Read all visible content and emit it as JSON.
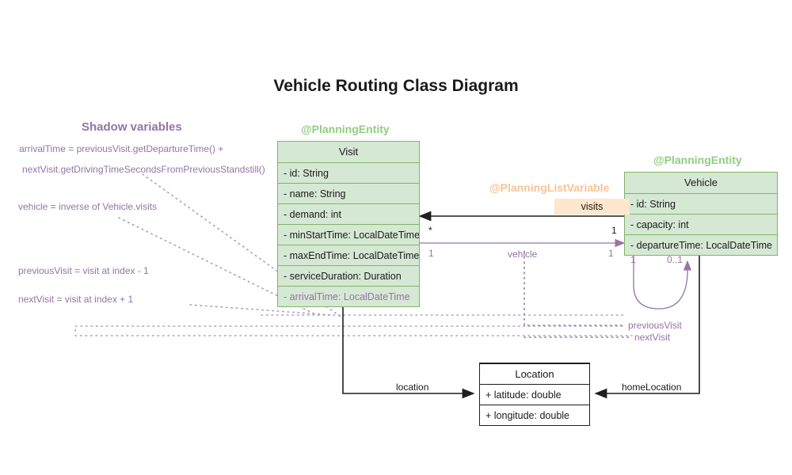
{
  "title": "Vehicle Routing Class Diagram",
  "classes": {
    "visit": {
      "stereotype": "@PlanningEntity",
      "name": "Visit",
      "attributes": [
        "- id: String",
        "- name: String",
        "- demand: int",
        "- minStartTime: LocalDateTime",
        "- maxEndTime: LocalDateTime",
        "- serviceDuration: Duration"
      ],
      "shadow_attributes": [
        "- arrivalTime: LocalDateTime"
      ]
    },
    "vehicle": {
      "stereotype": "@PlanningEntity",
      "name": "Vehicle",
      "attributes": [
        "- id: String",
        "- capacity: int",
        "- departureTime: LocalDateTime"
      ]
    },
    "location": {
      "name": "Location",
      "attributes": [
        "+ latitude: double",
        "+ longitude: double"
      ]
    }
  },
  "shadow_panel": {
    "title": "Shadow variables",
    "lines": [
      "arrivalTime = previousVisit.getDepartureTime() +",
      "nextVisit.getDrivingTimeSecondsFromPreviousStandstill()",
      "vehicle = inverse of Vehicle.visits",
      "previousVisit = visit at index - 1",
      "nextVisit = visit at index + 1"
    ]
  },
  "relations": {
    "visits": {
      "stereotype": "@PlanningListVariable",
      "label": "visits",
      "source_mult": "1",
      "target_mult": "*"
    },
    "vehicle": {
      "label": "vehicle",
      "source_mult": "1",
      "target_mult": "1"
    },
    "self_loop": {
      "source_mult": "1",
      "target_mult": "0..1"
    },
    "previous_visit": {
      "label": "previousVisit"
    },
    "next_visit": {
      "label": "nextVisit"
    },
    "location": {
      "label": "location"
    },
    "home_location": {
      "label": "homeLocation"
    }
  },
  "colors": {
    "entity_fill": "#d5e8d4",
    "entity_stroke": "#82b366",
    "shadow": "#9673a6",
    "listvar": "#ffe6cc",
    "plain_stroke": "#1f1f1f"
  }
}
